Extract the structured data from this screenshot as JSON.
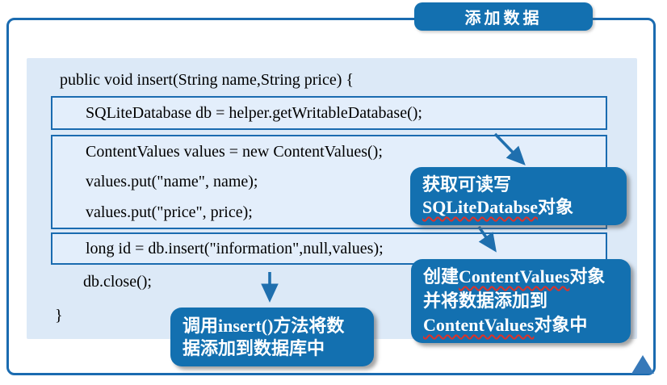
{
  "title": {
    "label": "添加数据"
  },
  "code": {
    "signature": "public void insert(String name,String price) {",
    "box1_line": "SQLiteDatabase db = helper.getWritableDatabase();",
    "box2_lines": [
      "ContentValues values = new ContentValues();",
      "values.put(\"name\", name);",
      "values.put(\"price\", price);"
    ],
    "box3_line": "long id = db.insert(\"information\",null,values);",
    "close_line": "db.close();",
    "closing_brace": "}"
  },
  "callouts": {
    "get_database": {
      "line1": "获取可读写",
      "line2_word": "SQLiteDatabse",
      "line2_rest": "对象"
    },
    "content_values": {
      "line1_pre": "创建",
      "line1_word": "ContentValues",
      "line1_rest": "对象",
      "line2": "并将数据添加到",
      "line3_word": "ContentValues",
      "line3_rest": "对象中"
    },
    "insert_method": {
      "line1": "调用insert()方法将数",
      "line2": "据添加到数据库中"
    }
  },
  "icons": {
    "diagonal_arrow": "↘",
    "down_arrow": "↓",
    "corner_triangle": "▲"
  },
  "colors": {
    "primary_blue": "#1370b0",
    "border_blue": "#1a6bb0",
    "panel_blue": "#dce9f7",
    "arrow_blue": "#1f6fae",
    "triangle_blue": "#3779b9",
    "squiggle_red": "#e03127",
    "text_black": "#000000",
    "text_white": "#ffffff"
  }
}
